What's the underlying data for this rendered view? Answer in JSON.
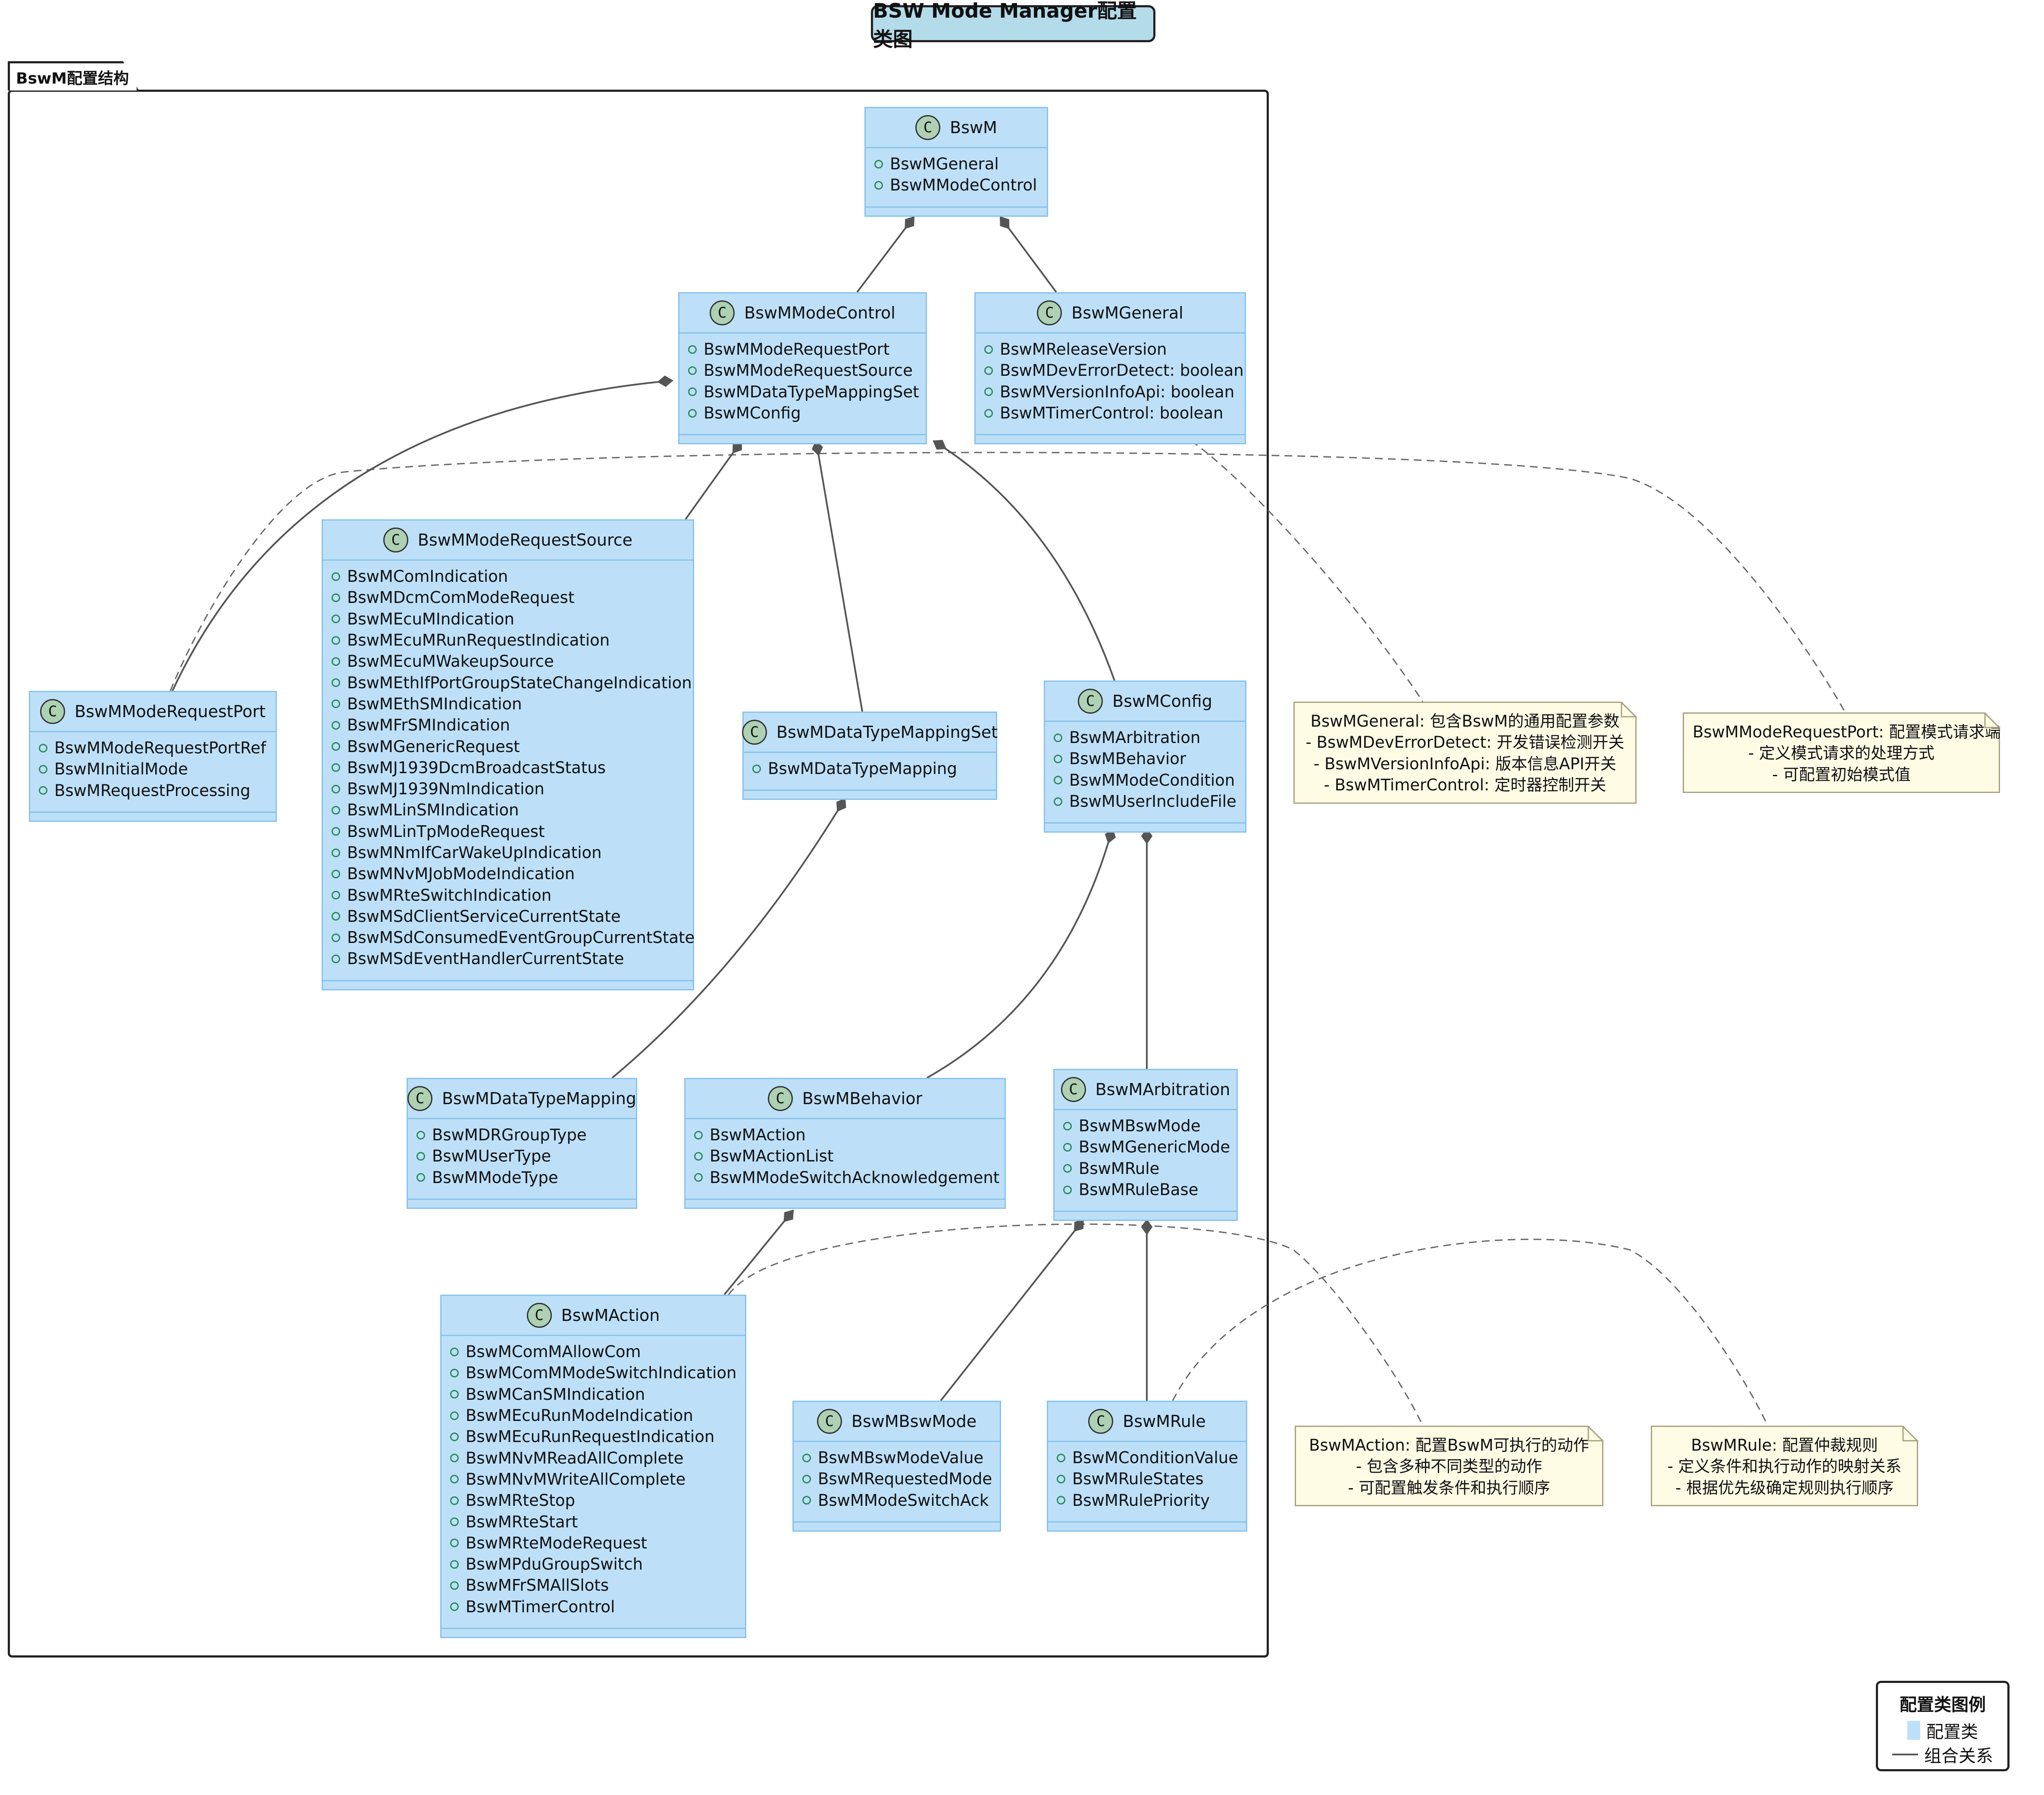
{
  "diagram": {
    "title": "BSW Mode Manager配置类图",
    "package_label": "BswM配置结构",
    "class_badge": "C",
    "classes": [
      {
        "id": "BswM",
        "name": "BswM",
        "attributes": [
          "BswMGeneral",
          "BswMModeControl"
        ]
      },
      {
        "id": "BswMModeControl",
        "name": "BswMModeControl",
        "attributes": [
          "BswMModeRequestPort",
          "BswMModeRequestSource",
          "BswMDataTypeMappingSet",
          "BswMConfig"
        ]
      },
      {
        "id": "BswMGeneral",
        "name": "BswMGeneral",
        "attributes": [
          "BswMReleaseVersion",
          "BswMDevErrorDetect: boolean",
          "BswMVersionInfoApi: boolean",
          "BswMTimerControl: boolean"
        ]
      },
      {
        "id": "BswMModeRequestSource",
        "name": "BswMModeRequestSource",
        "attributes": [
          "BswMComIndication",
          "BswMDcmComModeRequest",
          "BswMEcuMIndication",
          "BswMEcuMRunRequestIndication",
          "BswMEcuMWakeupSource",
          "BswMEthIfPortGroupStateChangeIndication",
          "BswMEthSMIndication",
          "BswMFrSMIndication",
          "BswMGenericRequest",
          "BswMJ1939DcmBroadcastStatus",
          "BswMJ1939NmIndication",
          "BswMLinSMIndication",
          "BswMLinTpModeRequest",
          "BswMNmIfCarWakeUpIndication",
          "BswMNvMJobModeIndication",
          "BswMRteSwitchIndication",
          "BswMSdClientServiceCurrentState",
          "BswMSdConsumedEventGroupCurrentState",
          "BswMSdEventHandlerCurrentState"
        ]
      },
      {
        "id": "BswMModeRequestPort",
        "name": "BswMModeRequestPort",
        "attributes": [
          "BswMModeRequestPortRef",
          "BswMInitialMode",
          "BswMRequestProcessing"
        ]
      },
      {
        "id": "BswMDataTypeMappingSet",
        "name": "BswMDataTypeMappingSet",
        "attributes": [
          "BswMDataTypeMapping"
        ]
      },
      {
        "id": "BswMConfig",
        "name": "BswMConfig",
        "attributes": [
          "BswMArbitration",
          "BswMBehavior",
          "BswMModeCondition",
          "BswMUserIncludeFile"
        ]
      },
      {
        "id": "BswMDataTypeMapping",
        "name": "BswMDataTypeMapping",
        "attributes": [
          "BswMDRGroupType",
          "BswMUserType",
          "BswMModeType"
        ]
      },
      {
        "id": "BswMBehavior",
        "name": "BswMBehavior",
        "attributes": [
          "BswMAction",
          "BswMActionList",
          "BswMModeSwitchAcknowledgement"
        ]
      },
      {
        "id": "BswMArbitration",
        "name": "BswMArbitration",
        "attributes": [
          "BswMBswMode",
          "BswMGenericMode",
          "BswMRule",
          "BswMRuleBase"
        ]
      },
      {
        "id": "BswMAction",
        "name": "BswMAction",
        "attributes": [
          "BswMComMAllowCom",
          "BswMComMModeSwitchIndication",
          "BswMCanSMIndication",
          "BswMEcuRunModeIndication",
          "BswMEcuRunRequestIndication",
          "BswMNvMReadAllComplete",
          "BswMNvMWriteAllComplete",
          "BswMRteStop",
          "BswMRteStart",
          "BswMRteModeRequest",
          "BswMPduGroupSwitch",
          "BswMFrSMAllSlots",
          "BswMTimerControl"
        ]
      },
      {
        "id": "BswMBswMode",
        "name": "BswMBswMode",
        "attributes": [
          "BswMBswModeValue",
          "BswMRequestedMode",
          "BswMModeSwitchAck"
        ]
      },
      {
        "id": "BswMRule",
        "name": "BswMRule",
        "attributes": [
          "BswMConditionValue",
          "BswMRuleStates",
          "BswMRulePriority"
        ]
      }
    ],
    "compositions": [
      {
        "from": "BswM",
        "to": "BswMModeControl"
      },
      {
        "from": "BswM",
        "to": "BswMGeneral"
      },
      {
        "from": "BswMModeControl",
        "to": "BswMModeRequestPort"
      },
      {
        "from": "BswMModeControl",
        "to": "BswMModeRequestSource"
      },
      {
        "from": "BswMModeControl",
        "to": "BswMDataTypeMappingSet"
      },
      {
        "from": "BswMModeControl",
        "to": "BswMConfig"
      },
      {
        "from": "BswMDataTypeMappingSet",
        "to": "BswMDataTypeMapping"
      },
      {
        "from": "BswMConfig",
        "to": "BswMBehavior"
      },
      {
        "from": "BswMConfig",
        "to": "BswMArbitration"
      },
      {
        "from": "BswMBehavior",
        "to": "BswMAction"
      },
      {
        "from": "BswMArbitration",
        "to": "BswMBswMode"
      },
      {
        "from": "BswMArbitration",
        "to": "BswMRule"
      }
    ],
    "notes": [
      {
        "id": "note-general",
        "attached_to": "BswMGeneral",
        "lines": [
          "BswMGeneral: 包含BswM的通用配置参数",
          "- BswMDevErrorDetect: 开发错误检测开关",
          "- BswMVersionInfoApi: 版本信息API开关",
          "- BswMTimerControl: 定时器控制开关"
        ]
      },
      {
        "id": "note-port",
        "attached_to": "BswMModeRequestPort",
        "lines": [
          "BswMModeRequestPort: 配置模式请求端口",
          "- 定义模式请求的处理方式",
          "- 可配置初始模式值"
        ]
      },
      {
        "id": "note-action",
        "attached_to": "BswMAction",
        "lines": [
          "BswMAction: 配置BswM可执行的动作",
          "- 包含多种不同类型的动作",
          "- 可配置触发条件和执行顺序"
        ]
      },
      {
        "id": "note-rule",
        "attached_to": "BswMRule",
        "lines": [
          "BswMRule: 配置仲裁规则",
          "- 定义条件和执行动作的映射关系",
          "- 根据优先级确定规则执行顺序"
        ]
      }
    ],
    "legend": {
      "title": "配置类图例",
      "class_label": "配置类",
      "composition_label": "组合关系"
    },
    "colors": {
      "class_fill": "#bde0f8",
      "class_border": "#88c3ec",
      "badge_fill": "#add1b2",
      "note_fill": "#fefce5",
      "title_fill": "#b4dbe9",
      "edge": "#555555"
    }
  }
}
